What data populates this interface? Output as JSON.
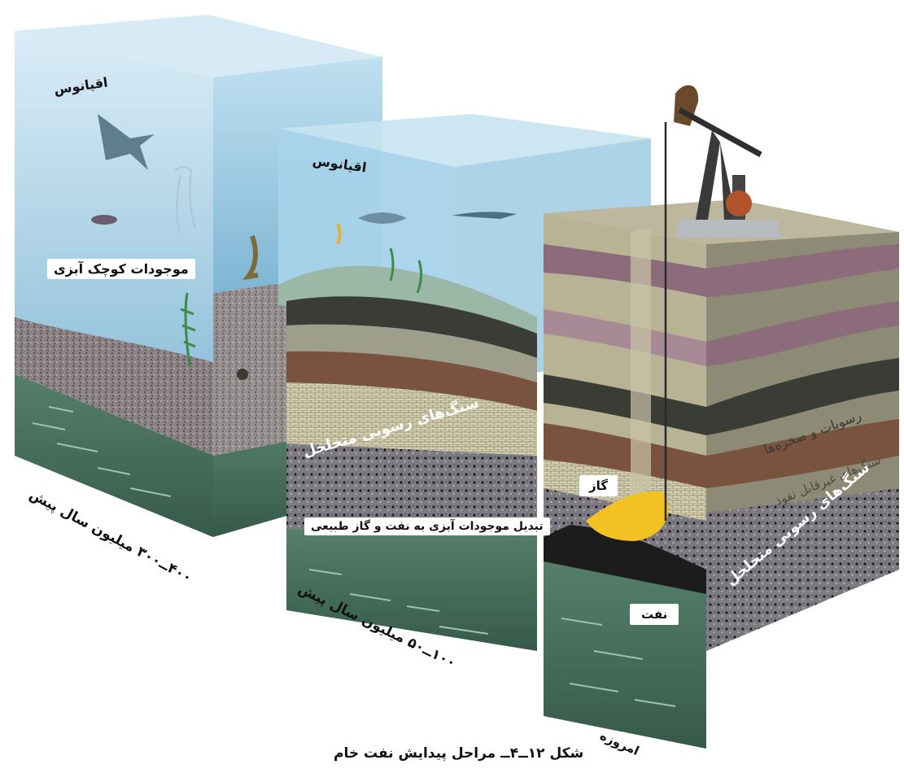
{
  "block_ancient": {
    "ocean_label": "اقیانوس",
    "organisms_label": "موجودات کوچک آبزی",
    "era_label": "۴۰۰ــ۳۰۰ میلیون سال پیش"
  },
  "block_middle": {
    "ocean_label": "اقیانوس",
    "rock_label": "سنگ‌های رسوبی متخلخل",
    "process_label": "تبدیل موجودات آبزی به نفت و گاز طبیعی",
    "era_label": "۱۰۰ــ۵۰ میلیون سال پیش"
  },
  "block_today": {
    "sediment_label": "رسوبات و صخره‌ها",
    "impermeable_label": "سنگ‌های غیرقابل نفوذ",
    "porous_label": "سنگ‌های رسوبی متخلخل",
    "gas_label": "گاز",
    "oil_label": "نفت",
    "era_label": "امروزه"
  },
  "caption": "شکل ۱۲ــ۴ــ مراحل پیدایش نفت خام",
  "colors": {
    "water": "#8fc4e0",
    "water_deep": "#6aa9cc",
    "gravel": "#8a7f80",
    "bedrock": "#4f7a66",
    "sand": "#b9b39a",
    "brown": "#7a5240",
    "mauve": "#8c6b7a",
    "dark": "#3a3d36",
    "brick": "#c9c3a3",
    "gas": "#f2c224",
    "oil": "#1c1c1c"
  }
}
